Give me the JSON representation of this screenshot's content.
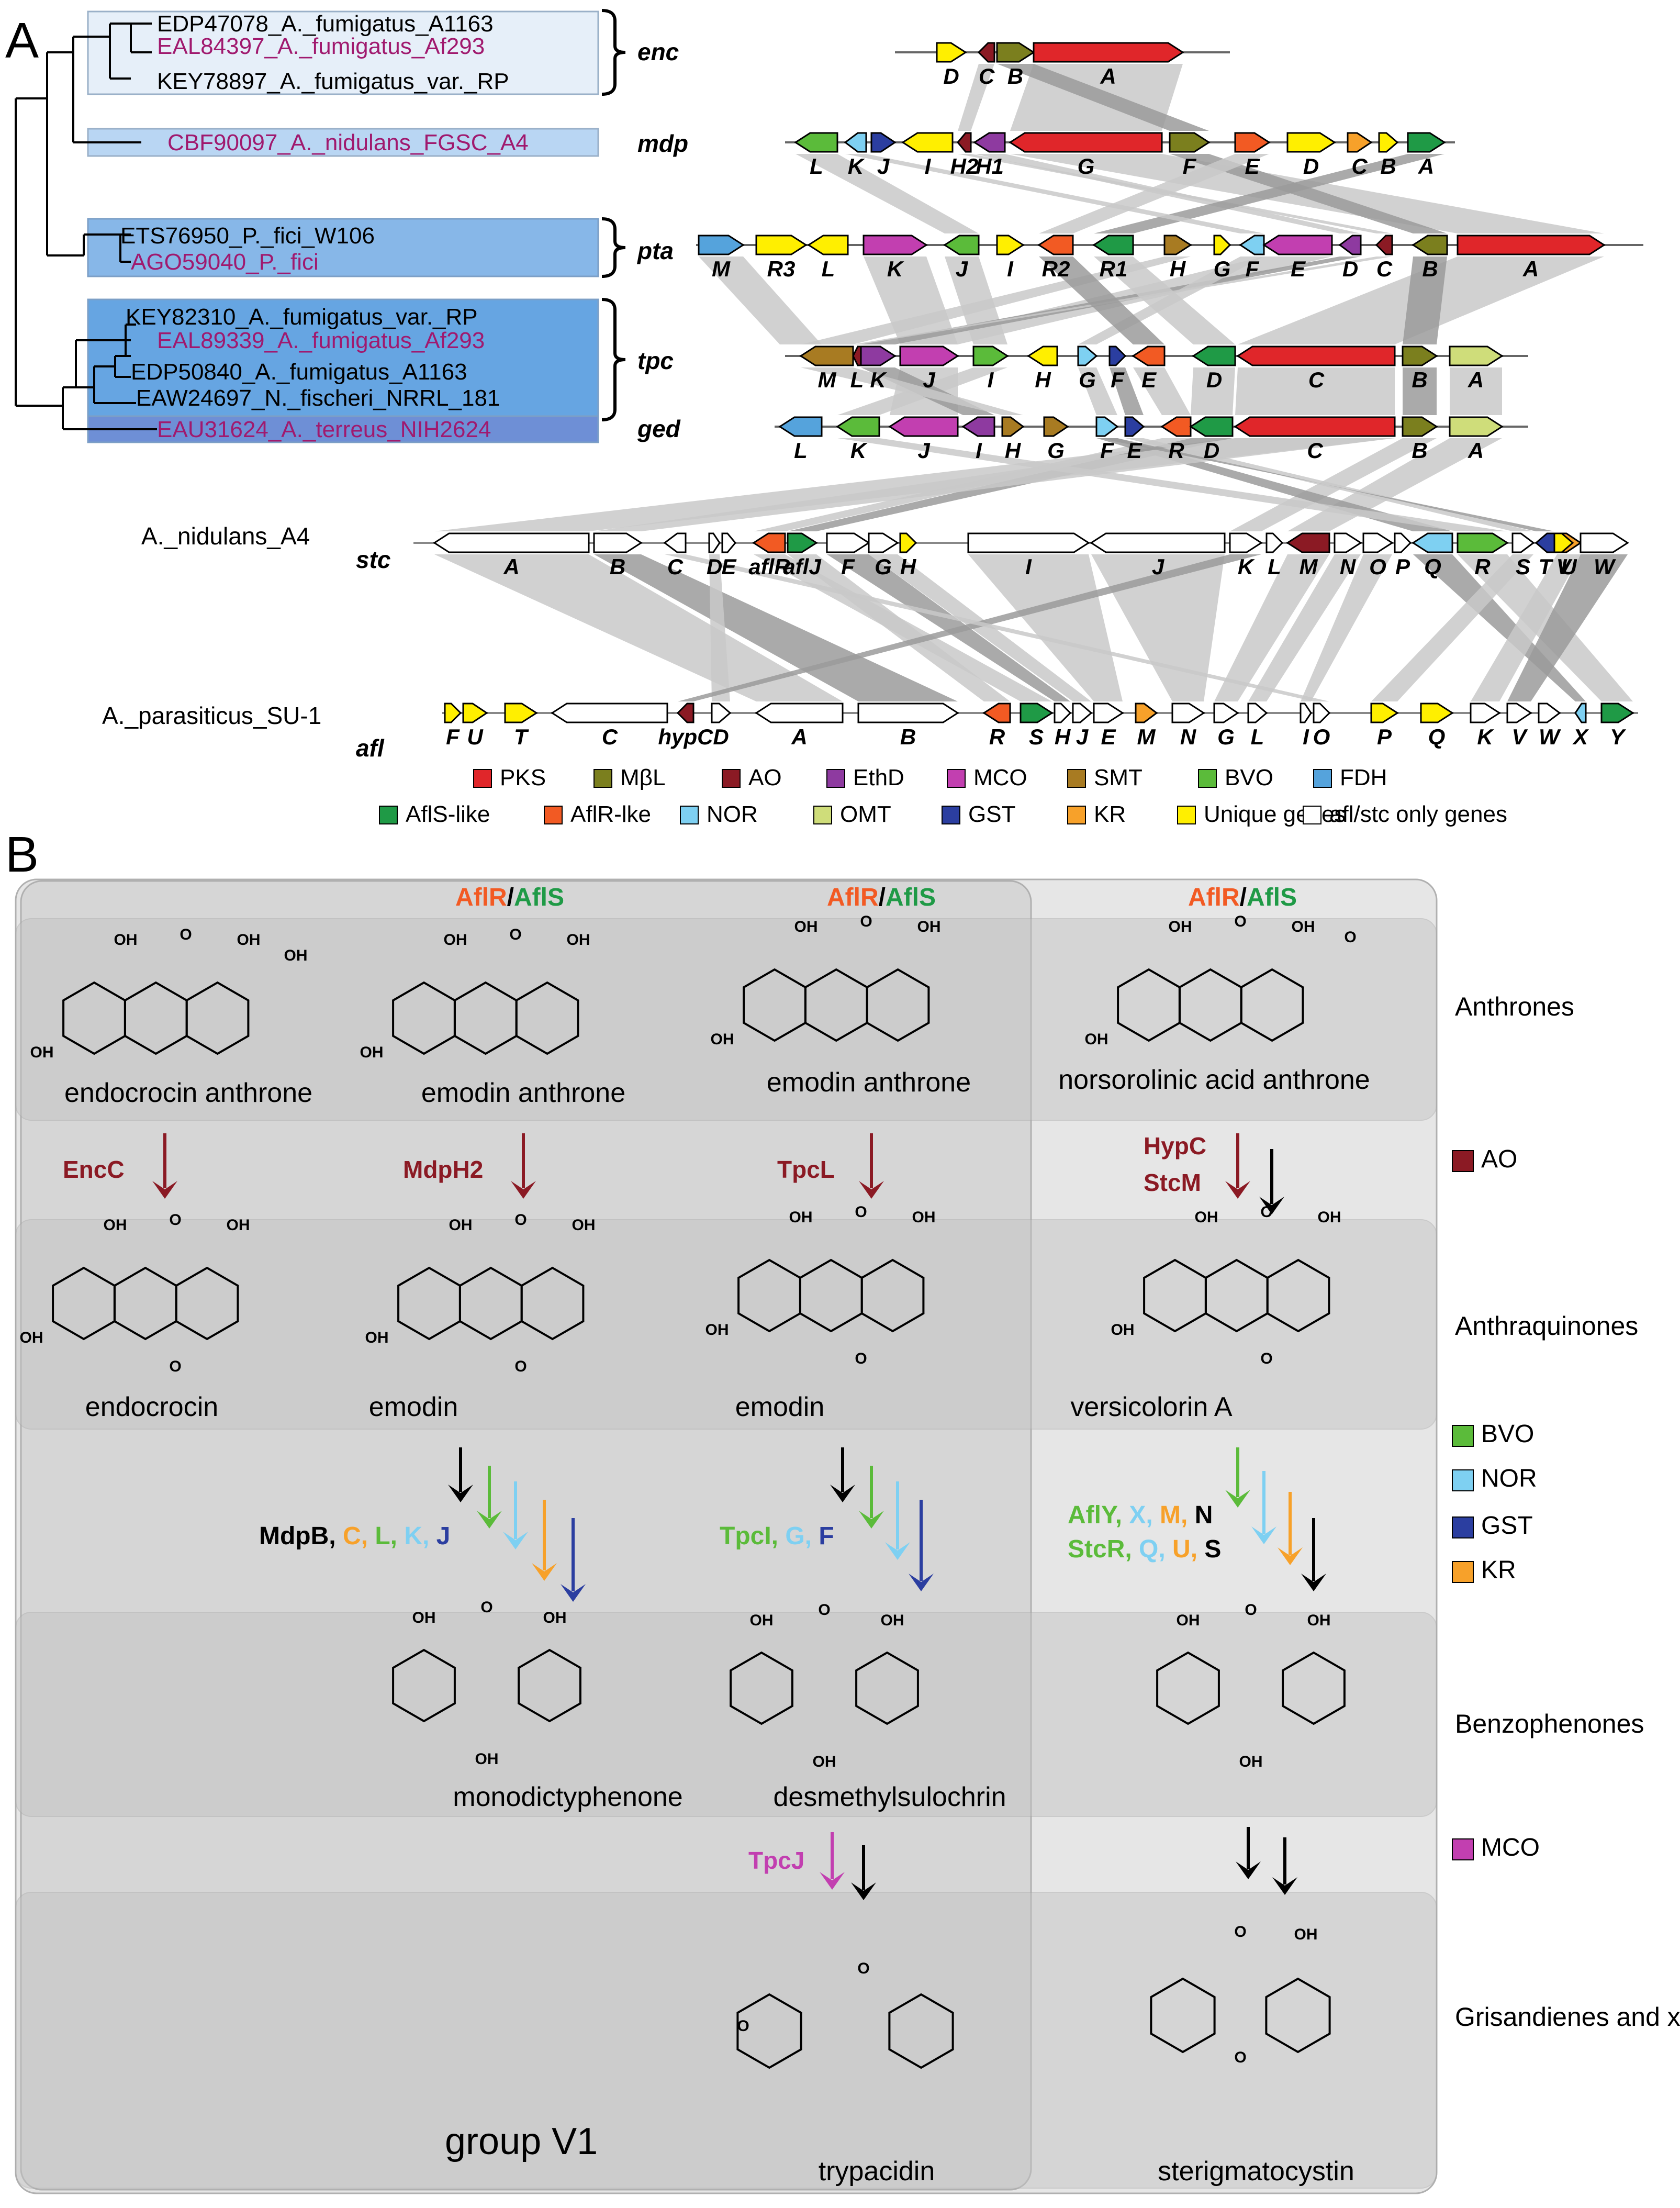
{
  "panelA": {
    "label": "A",
    "colors": {
      "PKS": "#e0262a",
      "MBL": "#7b7f1e",
      "AO": "#8b1a24",
      "EthD": "#8e3aa0",
      "MCO": "#c23fb0",
      "SMT": "#a87b22",
      "BVO": "#5bbb3a",
      "FDH": "#55a3dc",
      "AflS": "#1f9a46",
      "AflR": "#f25a23",
      "NOR": "#7ed0f2",
      "OMT": "#cfdd7a",
      "GST": "#2b3ea0",
      "KR": "#f7a12a",
      "Unique": "#ffef00",
      "Only": "#ffffff"
    },
    "tree": [
      {
        "text": "EDP47078_A._fumigatus_A1163",
        "color": "#000000"
      },
      {
        "text": "EAL84397_A._fumigatus_Af293",
        "color": "#a0196e"
      },
      {
        "text": "KEY78897_A._fumigatus_var._RP",
        "color": "#000000"
      },
      {
        "text": "CBF90097_A._nidulans_FGSC_A4",
        "color": "#a0196e"
      },
      {
        "text": "ETS76950_P._fici_W106",
        "color": "#000000"
      },
      {
        "text": "AGO59040_P._fici",
        "color": "#a0196e"
      },
      {
        "text": "KEY82310_A._fumigatus_var._RP",
        "color": "#000000"
      },
      {
        "text": "EAL89339_A._fumigatus_Af293",
        "color": "#a0196e"
      },
      {
        "text": "EDP50840_A._fumigatus_A1163",
        "color": "#000000"
      },
      {
        "text": "EAW24697_N._fischeri_NRRL_181",
        "color": "#000000"
      },
      {
        "text": "EAU31624_A._terreus_NIH2624",
        "color": "#a0196e"
      }
    ],
    "groups": [
      "enc",
      "mdp",
      "pta",
      "tpc",
      "ged"
    ],
    "clusters": [
      {
        "name": "enc",
        "genes": [
          {
            "l": "D",
            "c": "Unique",
            "d": 1
          },
          {
            "l": "C",
            "c": "AO",
            "d": -1
          },
          {
            "l": "B",
            "c": "MBL",
            "d": 1
          },
          {
            "l": "A",
            "c": "PKS",
            "d": 1
          }
        ]
      },
      {
        "name": "mdp",
        "genes": [
          {
            "l": "L",
            "c": "BVO",
            "d": -1
          },
          {
            "l": "K",
            "c": "NOR",
            "d": -1
          },
          {
            "l": "J",
            "c": "GST",
            "d": 1
          },
          {
            "l": "I",
            "c": "Unique",
            "d": -1
          },
          {
            "l": "H2",
            "c": "AO",
            "d": -1
          },
          {
            "l": "H1",
            "c": "EthD",
            "d": -1
          },
          {
            "l": "G",
            "c": "PKS",
            "d": -1
          },
          {
            "l": "F",
            "c": "MBL",
            "d": 1
          },
          {
            "l": "E",
            "c": "AflR",
            "d": 1
          },
          {
            "l": "D",
            "c": "Unique",
            "d": 1
          },
          {
            "l": "C",
            "c": "KR",
            "d": 1
          },
          {
            "l": "B",
            "c": "Unique",
            "d": 1
          },
          {
            "l": "A",
            "c": "AflS",
            "d": 1
          }
        ]
      },
      {
        "name": "pta",
        "genes": [
          {
            "l": "M",
            "c": "FDH",
            "d": 1
          },
          {
            "l": "R3",
            "c": "Unique",
            "d": 1
          },
          {
            "l": "L",
            "c": "Unique",
            "d": -1
          },
          {
            "l": "K",
            "c": "MCO",
            "d": 1
          },
          {
            "l": "J",
            "c": "BVO",
            "d": -1
          },
          {
            "l": "I",
            "c": "Unique",
            "d": 1
          },
          {
            "l": "R2",
            "c": "AflR",
            "d": -1
          },
          {
            "l": "R1",
            "c": "AflS",
            "d": -1
          },
          {
            "l": "H",
            "c": "SMT",
            "d": 1
          },
          {
            "l": "G",
            "c": "Unique",
            "d": 1
          },
          {
            "l": "F",
            "c": "NOR",
            "d": -1
          },
          {
            "l": "E",
            "c": "MCO",
            "d": -1
          },
          {
            "l": "D",
            "c": "EthD",
            "d": -1
          },
          {
            "l": "C",
            "c": "AO",
            "d": -1
          },
          {
            "l": "B",
            "c": "MBL",
            "d": -1
          },
          {
            "l": "A",
            "c": "PKS",
            "d": 1
          }
        ]
      },
      {
        "name": "tpc",
        "genes": [
          {
            "l": "M",
            "c": "SMT",
            "d": -1
          },
          {
            "l": "L",
            "c": "AO",
            "d": -1
          },
          {
            "l": "K",
            "c": "EthD",
            "d": 1
          },
          {
            "l": "J",
            "c": "MCO",
            "d": 1
          },
          {
            "l": "I",
            "c": "BVO",
            "d": 1
          },
          {
            "l": "H",
            "c": "Unique",
            "d": -1
          },
          {
            "l": "G",
            "c": "NOR",
            "d": 1
          },
          {
            "l": "F",
            "c": "GST",
            "d": 1
          },
          {
            "l": "E",
            "c": "AflR",
            "d": -1
          },
          {
            "l": "D",
            "c": "AflS",
            "d": -1
          },
          {
            "l": "C",
            "c": "PKS",
            "d": -1
          },
          {
            "l": "B",
            "c": "MBL",
            "d": 1
          },
          {
            "l": "A",
            "c": "OMT",
            "d": 1
          }
        ]
      },
      {
        "name": "ged",
        "genes": [
          {
            "l": "L",
            "c": "FDH",
            "d": -1
          },
          {
            "l": "K",
            "c": "BVO",
            "d": -1
          },
          {
            "l": "J",
            "c": "MCO",
            "d": -1
          },
          {
            "l": "I",
            "c": "EthD",
            "d": -1
          },
          {
            "l": "H",
            "c": "SMT",
            "d": 1
          },
          {
            "l": "G",
            "c": "SMT",
            "d": 1
          },
          {
            "l": "F",
            "c": "NOR",
            "d": 1
          },
          {
            "l": "E",
            "c": "GST",
            "d": 1
          },
          {
            "l": "R",
            "c": "AflR",
            "d": -1
          },
          {
            "l": "D",
            "c": "AflS",
            "d": -1
          },
          {
            "l": "C",
            "c": "PKS",
            "d": -1
          },
          {
            "l": "B",
            "c": "MBL",
            "d": 1
          },
          {
            "l": "A",
            "c": "OMT",
            "d": 1
          }
        ]
      },
      {
        "name": "stc",
        "genes": [
          {
            "l": "A",
            "c": "Only",
            "d": -1
          },
          {
            "l": "B",
            "c": "Only",
            "d": 1
          },
          {
            "l": "C",
            "c": "Only",
            "d": -1
          },
          {
            "l": "D",
            "c": "Only",
            "d": 1
          },
          {
            "l": "E",
            "c": "Only",
            "d": 1
          },
          {
            "l": "aflR",
            "c": "AflR",
            "d": -1
          },
          {
            "l": "aflJ",
            "c": "AflS",
            "d": 1
          },
          {
            "l": "F",
            "c": "Only",
            "d": 1
          },
          {
            "l": "G",
            "c": "Only",
            "d": 1
          },
          {
            "l": "H",
            "c": "Unique",
            "d": 1
          },
          {
            "l": "I",
            "c": "Only",
            "d": 1
          },
          {
            "l": "J",
            "c": "Only",
            "d": -1
          },
          {
            "l": "K",
            "c": "Only",
            "d": 1
          },
          {
            "l": "L",
            "c": "Only",
            "d": 1
          },
          {
            "l": "M",
            "c": "AO",
            "d": -1
          },
          {
            "l": "N",
            "c": "Only",
            "d": 1
          },
          {
            "l": "O",
            "c": "Only",
            "d": 1
          },
          {
            "l": "P",
            "c": "Only",
            "d": 1
          },
          {
            "l": "Q",
            "c": "NOR",
            "d": -1
          },
          {
            "l": "R",
            "c": "BVO",
            "d": 1
          },
          {
            "l": "S",
            "c": "Only",
            "d": 1
          },
          {
            "l": "T",
            "c": "GST",
            "d": -1
          },
          {
            "l": "U",
            "c": "KR",
            "d": 1
          },
          {
            "l": "V",
            "c": "Unique",
            "d": 1
          },
          {
            "l": "W",
            "c": "Only",
            "d": 1
          }
        ]
      },
      {
        "name": "afl",
        "genes": [
          {
            "l": "F",
            "c": "Unique",
            "d": 1
          },
          {
            "l": "U",
            "c": "Unique",
            "d": 1
          },
          {
            "l": "T",
            "c": "Unique",
            "d": 1
          },
          {
            "l": "C",
            "c": "Only",
            "d": -1
          },
          {
            "l": "hypC",
            "c": "AO",
            "d": -1
          },
          {
            "l": "D",
            "c": "Only",
            "d": 1
          },
          {
            "l": "A",
            "c": "Only",
            "d": -1
          },
          {
            "l": "B",
            "c": "Only",
            "d": 1
          },
          {
            "l": "R",
            "c": "AflR",
            "d": -1
          },
          {
            "l": "S",
            "c": "AflS",
            "d": 1
          },
          {
            "l": "H",
            "c": "Only",
            "d": 1
          },
          {
            "l": "J",
            "c": "Only",
            "d": 1
          },
          {
            "l": "E",
            "c": "Only",
            "d": 1
          },
          {
            "l": "M",
            "c": "KR",
            "d": 1
          },
          {
            "l": "N",
            "c": "Only",
            "d": 1
          },
          {
            "l": "G",
            "c": "Only",
            "d": 1
          },
          {
            "l": "L",
            "c": "Only",
            "d": 1
          },
          {
            "l": "I",
            "c": "Only",
            "d": 1
          },
          {
            "l": "O",
            "c": "Only",
            "d": 1
          },
          {
            "l": "P",
            "c": "Unique",
            "d": 1
          },
          {
            "l": "Q",
            "c": "Unique",
            "d": 1
          },
          {
            "l": "K",
            "c": "Only",
            "d": 1
          },
          {
            "l": "V",
            "c": "Only",
            "d": 1
          },
          {
            "l": "W",
            "c": "Only",
            "d": 1
          },
          {
            "l": "X",
            "c": "NOR",
            "d": -1
          },
          {
            "l": "Y",
            "c": "AflS",
            "d": 1
          }
        ]
      }
    ],
    "species_stc": "A._nidulans_A4",
    "species_afl": "A._parasiticus_SU-1",
    "legend": [
      {
        "key": "PKS",
        "label": "PKS"
      },
      {
        "key": "MBL",
        "label": "MβL"
      },
      {
        "key": "AO",
        "label": "AO"
      },
      {
        "key": "EthD",
        "label": "EthD"
      },
      {
        "key": "MCO",
        "label": "MCO"
      },
      {
        "key": "SMT",
        "label": "SMT"
      },
      {
        "key": "BVO",
        "label": "BVO"
      },
      {
        "key": "FDH",
        "label": "FDH"
      },
      {
        "key": "AflS",
        "label": "AflS-like"
      },
      {
        "key": "AflR",
        "label": "AflR-lke"
      },
      {
        "key": "NOR",
        "label": "NOR"
      },
      {
        "key": "OMT",
        "label": "OMT"
      },
      {
        "key": "GST",
        "label": "GST"
      },
      {
        "key": "KR",
        "label": "KR"
      },
      {
        "key": "Unique",
        "label": "Unique genes"
      },
      {
        "key": "Only",
        "label": "afl/stc only genes"
      }
    ]
  },
  "panelB": {
    "label": "B",
    "regulator_r": "AflR",
    "regulator_sep": "/",
    "regulator_s": "AflS",
    "rows": [
      "Anthrones",
      "Anthraquinones",
      "Benzophenones",
      "Grisandienes and xanthones"
    ],
    "compounds": {
      "c1": [
        "endocrocin anthrone",
        "emodin anthrone",
        "emodin anthrone",
        "norsorolinic acid anthrone"
      ],
      "c2": [
        "endocrocin",
        "emodin",
        "emodin",
        "versicolorin A"
      ],
      "c3": [
        "monodictyphenone",
        "desmethylsulochrin",
        "",
        ""
      ],
      "c4": [
        "",
        "trypacidin",
        "sterigmatocystin"
      ]
    },
    "enzymes": {
      "enc": "EncC",
      "mdp": "MdpH2",
      "tpc": "TpcL",
      "afl1": "HypC",
      "afl2": "StcM",
      "mdp_b": "MdpB,",
      "mdp_c": "C,",
      "mdp_l": "L,",
      "mdp_k": "K,",
      "mdp_j": "J",
      "tpc_i": "TpcI,",
      "tpc_g": "G,",
      "tpc_f": "F",
      "afl_y": "AflY,",
      "afl_x": "X,",
      "afl_m": "M,",
      "afl_n": "N",
      "afl_r": "StcR,",
      "afl_q": "Q,",
      "afl_u": "U,",
      "afl_s": "S",
      "tpc_j": "TpcJ"
    },
    "atoms": {
      "oh": "OH",
      "o": "O"
    },
    "side_legend": [
      {
        "key": "AO",
        "label": "AO"
      },
      {
        "key": "BVO",
        "label": "BVO"
      },
      {
        "key": "NOR",
        "label": "NOR"
      },
      {
        "key": "GST",
        "label": "GST"
      },
      {
        "key": "KR",
        "label": "KR"
      },
      {
        "key": "MCO",
        "label": "MCO"
      }
    ],
    "group_label": "group V1"
  }
}
